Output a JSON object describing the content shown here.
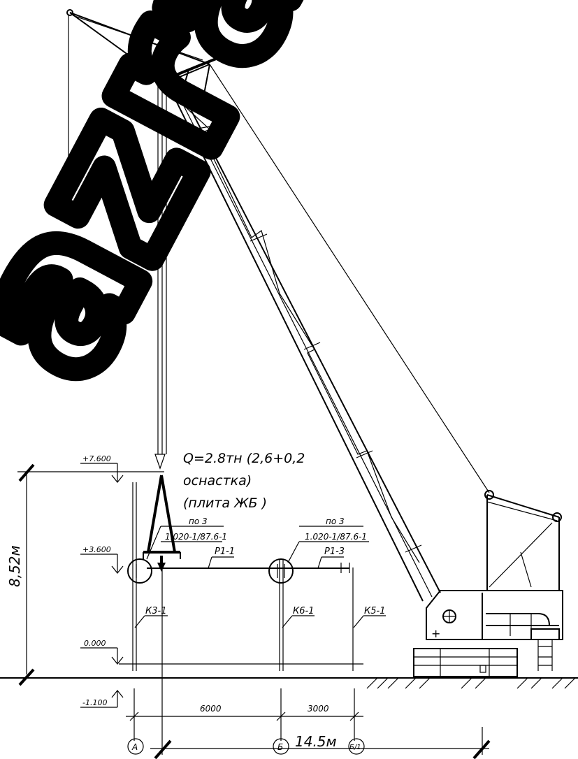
{
  "watermark": "azrabotka",
  "load_note": {
    "line1": "Q=2.8тн (2,6+0,2",
    "line2": "оснастка)",
    "line3": "(плита ЖБ )"
  },
  "dimensions": {
    "height": "8,52м",
    "reach": "14.5м",
    "span_a_b": "6000",
    "span_b_b1": "3000"
  },
  "elevations": {
    "top": "+7.600",
    "mid": "+3.600",
    "zero": "0.000",
    "bottom": "-1.100"
  },
  "callouts": {
    "left_pos": "по 3",
    "left_spec": "1.020-1/87.6-1",
    "right_pos": "по 3",
    "right_spec": "1.020-1/87.6-1"
  },
  "members": {
    "beam_1": "Р1-1",
    "beam_2": "Р1-3",
    "column_1": "К3-1",
    "column_2": "К6-1",
    "column_3": "К5-1"
  },
  "axes": {
    "a": "А",
    "b": "Б",
    "b1": "Б/1"
  }
}
